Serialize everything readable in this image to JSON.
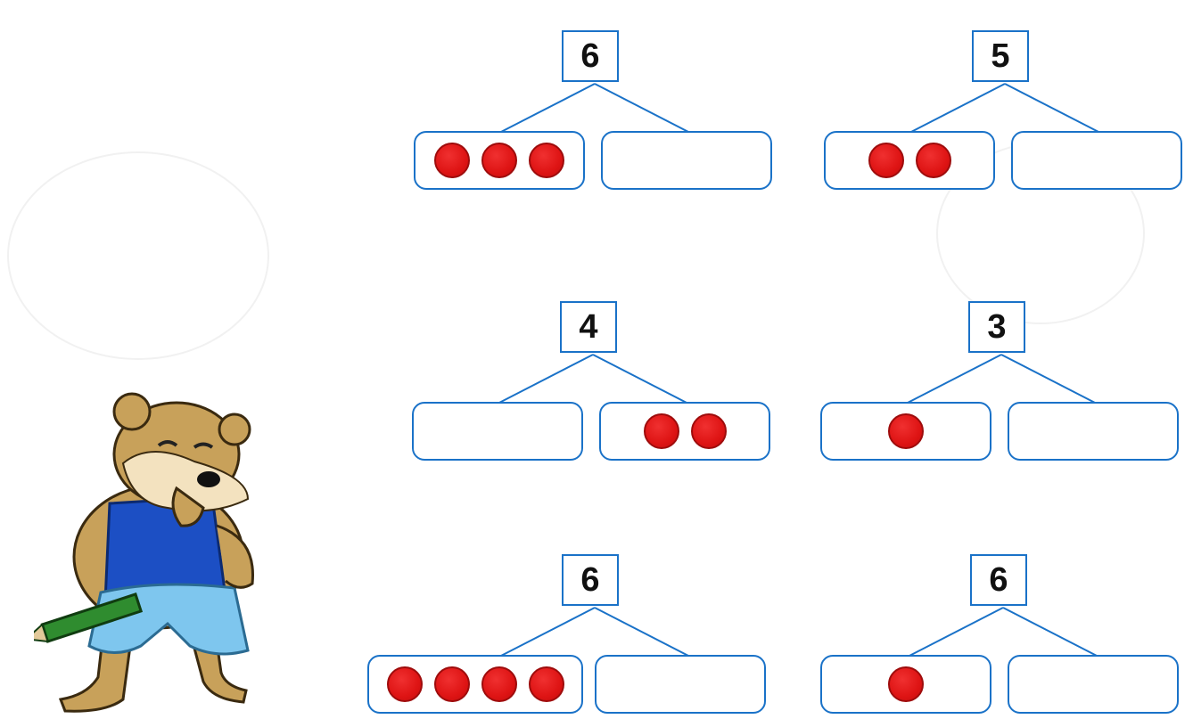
{
  "colors": {
    "box_border": "#1a72c8",
    "counter": "#de1414",
    "bear_fur": "#c8a15a",
    "overalls": "#1c4fc4",
    "shorts": "#7ec6ee"
  },
  "illustration": {
    "subject": "bear-with-pencil",
    "icon": "bear-icon"
  },
  "puzzles": [
    {
      "whole": "6",
      "left_dots": 3,
      "right_dots": 0
    },
    {
      "whole": "5",
      "left_dots": 2,
      "right_dots": 0
    },
    {
      "whole": "4",
      "left_dots": 0,
      "right_dots": 2
    },
    {
      "whole": "3",
      "left_dots": 1,
      "right_dots": 0
    },
    {
      "whole": "6",
      "left_dots": 4,
      "right_dots": 0
    },
    {
      "whole": "6",
      "left_dots": 1,
      "right_dots": 0
    }
  ]
}
